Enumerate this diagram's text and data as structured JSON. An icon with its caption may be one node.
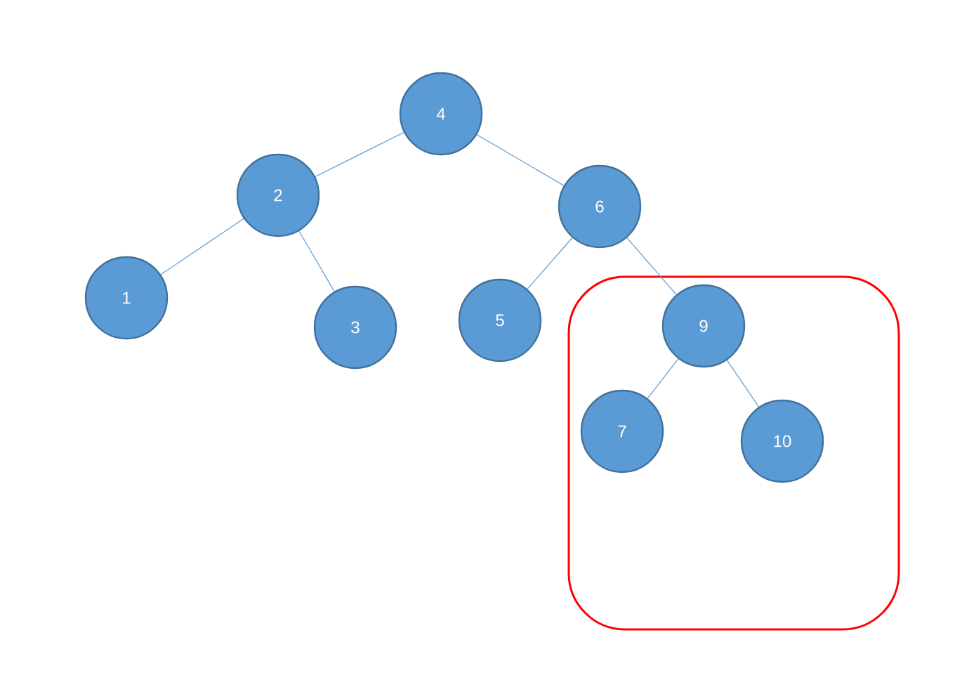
{
  "diagram": {
    "nodes": [
      {
        "text": [
          "4"
        ]
      },
      {
        "text": [
          "2"
        ]
      },
      {
        "text": [
          "6"
        ]
      },
      {
        "text": [
          "1"
        ]
      },
      {
        "text": [
          "3"
        ]
      },
      {
        "text": [
          "5"
        ]
      },
      {
        "text": [],
        "shape": "box"
      },
      {
        "text": [
          "9"
        ],
        "in": 6
      },
      {
        "text": [
          "7"
        ],
        "in": 6
      },
      {
        "text": [
          "10"
        ],
        "in": 6
      }
    ],
    "edges": [
      {
        "from": 0,
        "to": 1,
        "arrow": "none"
      },
      {
        "from": 0,
        "to": 2,
        "arrow": "none"
      },
      {
        "from": 1,
        "to": 3,
        "arrow": "none"
      },
      {
        "from": 1,
        "to": 4,
        "arrow": "none"
      },
      {
        "from": 2,
        "to": 5,
        "arrow": "none"
      },
      {
        "from": 2,
        "to": 7,
        "arrow": "none"
      },
      {
        "from": 7,
        "to": 8,
        "arrow": "none"
      },
      {
        "from": 7,
        "to": 9,
        "arrow": "none"
      }
    ]
  }
}
